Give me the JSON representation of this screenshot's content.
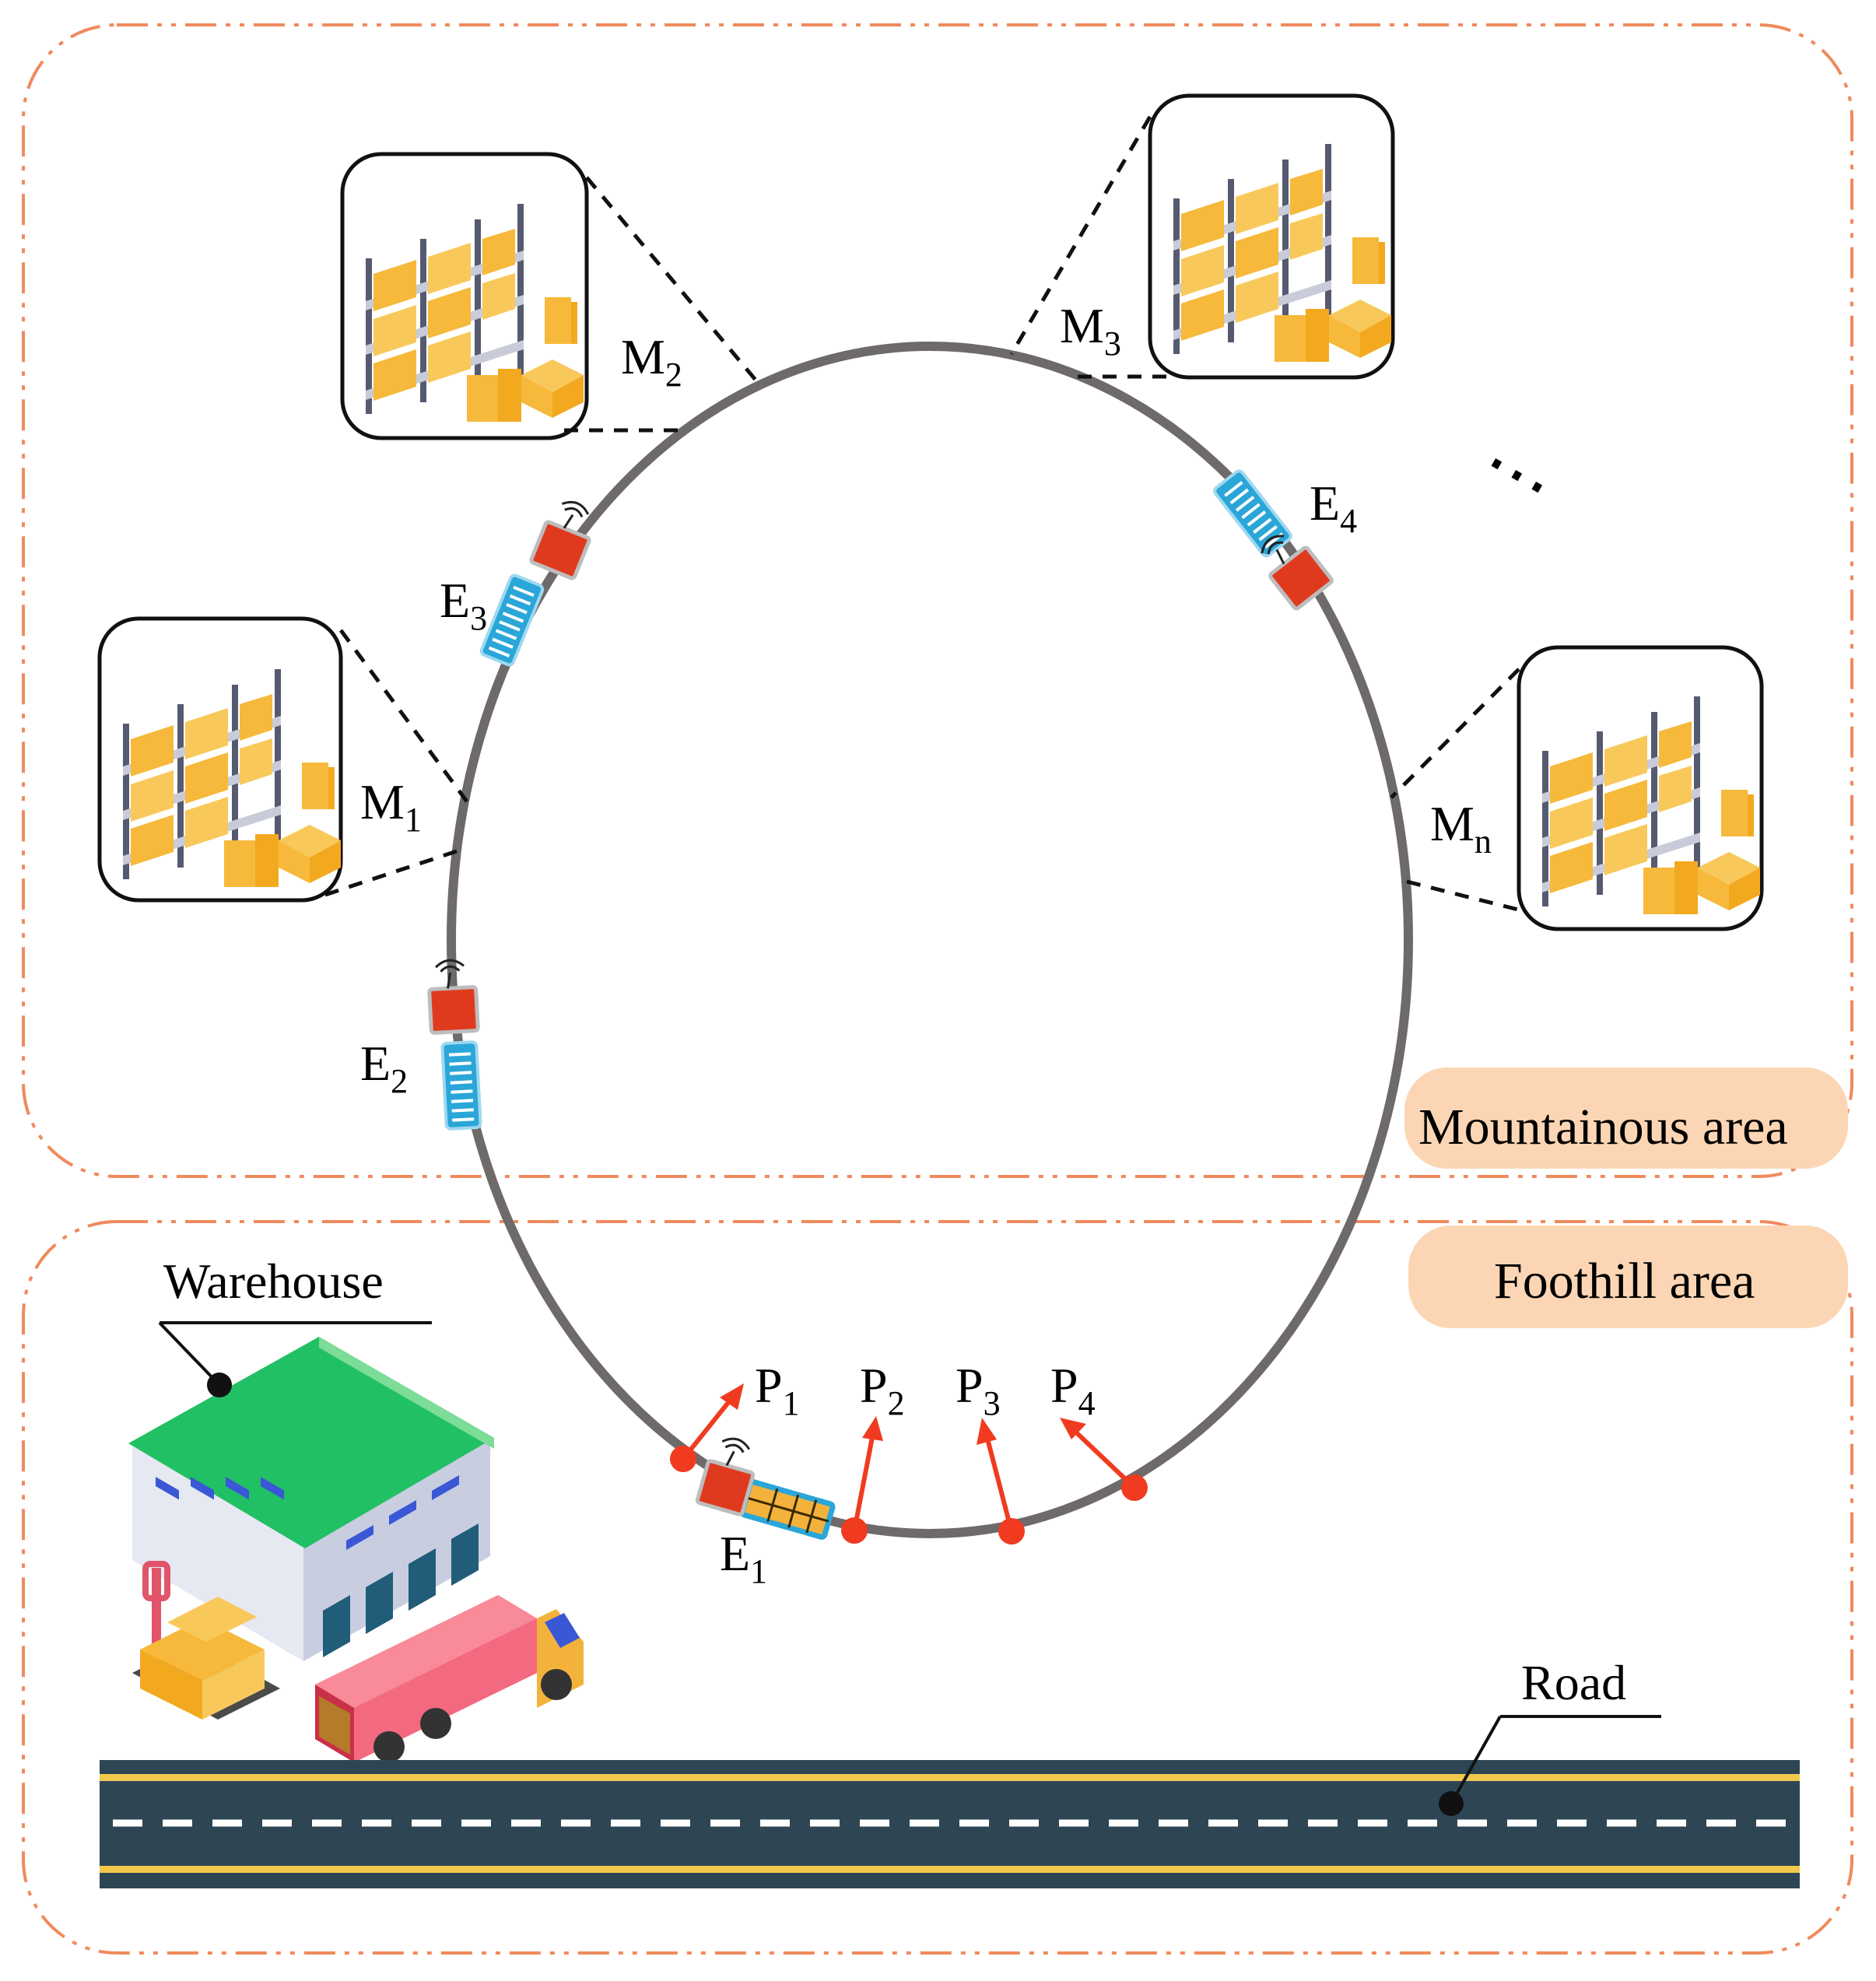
{
  "diagram": {
    "areas": {
      "mountain": "Mountainous area",
      "foothill": "Foothill area"
    },
    "labels": {
      "warehouse": "Warehouse",
      "road": "Road",
      "ellipsis": "⋯"
    },
    "stations": [
      {
        "letter": "M",
        "sub": "1"
      },
      {
        "letter": "M",
        "sub": "2"
      },
      {
        "letter": "M",
        "sub": "3"
      },
      {
        "letter": "M",
        "sub": "n"
      }
    ],
    "vehicles": [
      {
        "letter": "E",
        "sub": "1"
      },
      {
        "letter": "E",
        "sub": "2"
      },
      {
        "letter": "E",
        "sub": "3"
      },
      {
        "letter": "E",
        "sub": "4"
      }
    ],
    "points": [
      {
        "letter": "P",
        "sub": "1"
      },
      {
        "letter": "P",
        "sub": "2"
      },
      {
        "letter": "P",
        "sub": "3"
      },
      {
        "letter": "P",
        "sub": "4"
      }
    ],
    "colors": {
      "dashed_border": "#f08a5d",
      "track": "#6e6a6a",
      "tag": "#ef8c5c",
      "point": "#f03b20",
      "vehicle_red": "#e03a1e",
      "vehicle_blue": "#2aa6d8",
      "road": "#2e4654",
      "road_line": "#f2c94c",
      "roof": "#22c064",
      "truck": "#f0506a"
    }
  }
}
